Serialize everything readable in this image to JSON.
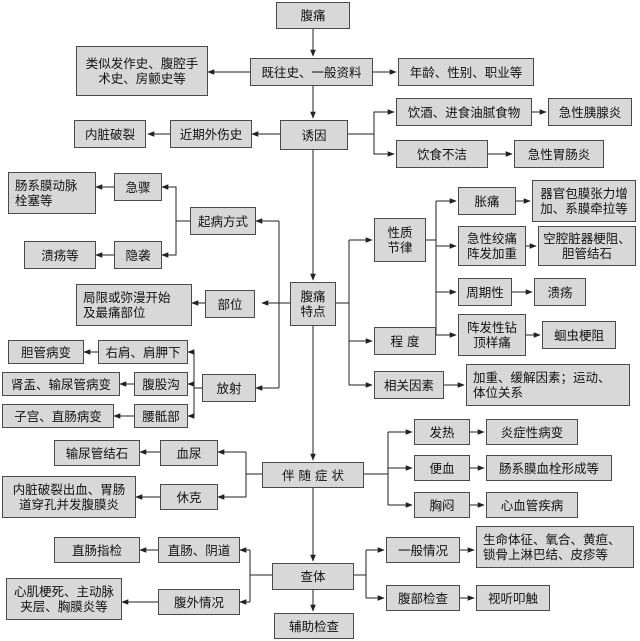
{
  "nodes": {
    "abdominal_pain": "腹痛",
    "history": "既往史、一般资料",
    "similar_history": "类似发作史、腹腔手\n术史、房颤史等",
    "age_sex_job": "年龄、性别、职业等",
    "trigger": "诱因",
    "recent_trauma": "近期外伤史",
    "organ_rupture": "内脏破裂",
    "drinking": "饮酒、进食油腻食物",
    "acute_pancreatitis": "急性胰腺炎",
    "unclean_diet": "饮食不洁",
    "acute_gastroenteritis": "急性胃肠炎",
    "pain_features": "腹痛\n特点",
    "onset_mode": "起病方式",
    "sudden": "急骤",
    "insidious": "隐袭",
    "mesenteric_embolism": "肠系膜动脉\n栓塞等",
    "ulcer_etc": "溃疡等",
    "location": "部位",
    "localized": "局限或弥漫开始\n及最痛部位",
    "radiation": "放射",
    "right_shoulder": "右肩、肩胛下",
    "biliary_disease": "胆管病变",
    "groin": "腹股沟",
    "renal_ureter": "肾盂、输尿管病变",
    "lumbosacral": "腰骶部",
    "uterus_rectum": "子宫、直肠病变",
    "nature_rhythm": "性质\n节律",
    "distension": "胀痛",
    "capsule_tension": "器官包膜张力增\n加、系膜牵拉等",
    "colic": "急性绞痛\n阵发加重",
    "hollow_obstruction": "空腔脏器梗阻、\n胆管结石",
    "periodic": "周期性",
    "ulcer": "溃疡",
    "drilling": "阵发性钻\n顶样痛",
    "ascaris": "蛔虫梗阻",
    "degree": "程  度",
    "related_factors": "相关因素",
    "aggravating": "加重、缓解因素；运动、\n体位关系",
    "accompanying": "伴 随 症 状",
    "hematuria": "血尿",
    "ureteral_stone": "输尿管结石",
    "shock": "休克",
    "organ_bleeding": "内脏破裂出血、胃肠\n道穿孔并发腹膜炎",
    "fever": "发热",
    "inflammatory": "炎症性病变",
    "bloody_stool": "便血",
    "mesenteric_thrombosis": "肠系膜血栓形成等",
    "chest_tightness": "胸闷",
    "cardiovascular": "心血管疾病",
    "exam": "查体",
    "rectal_vaginal": "直肠、阴道",
    "rectal_exam": "直肠指检",
    "extra_abdominal": "腹外情况",
    "mi_dissection": "心肌梗死、主动脉\n夹层、胸膜炎等",
    "general_condition": "一般情况",
    "vital_signs": "生命体征、氧合、黄疸、\n锁骨上淋巴结、皮疹等",
    "abdominal_exam": "腹部检查",
    "inspection": "视听叩触",
    "auxiliary": "辅助检查"
  }
}
